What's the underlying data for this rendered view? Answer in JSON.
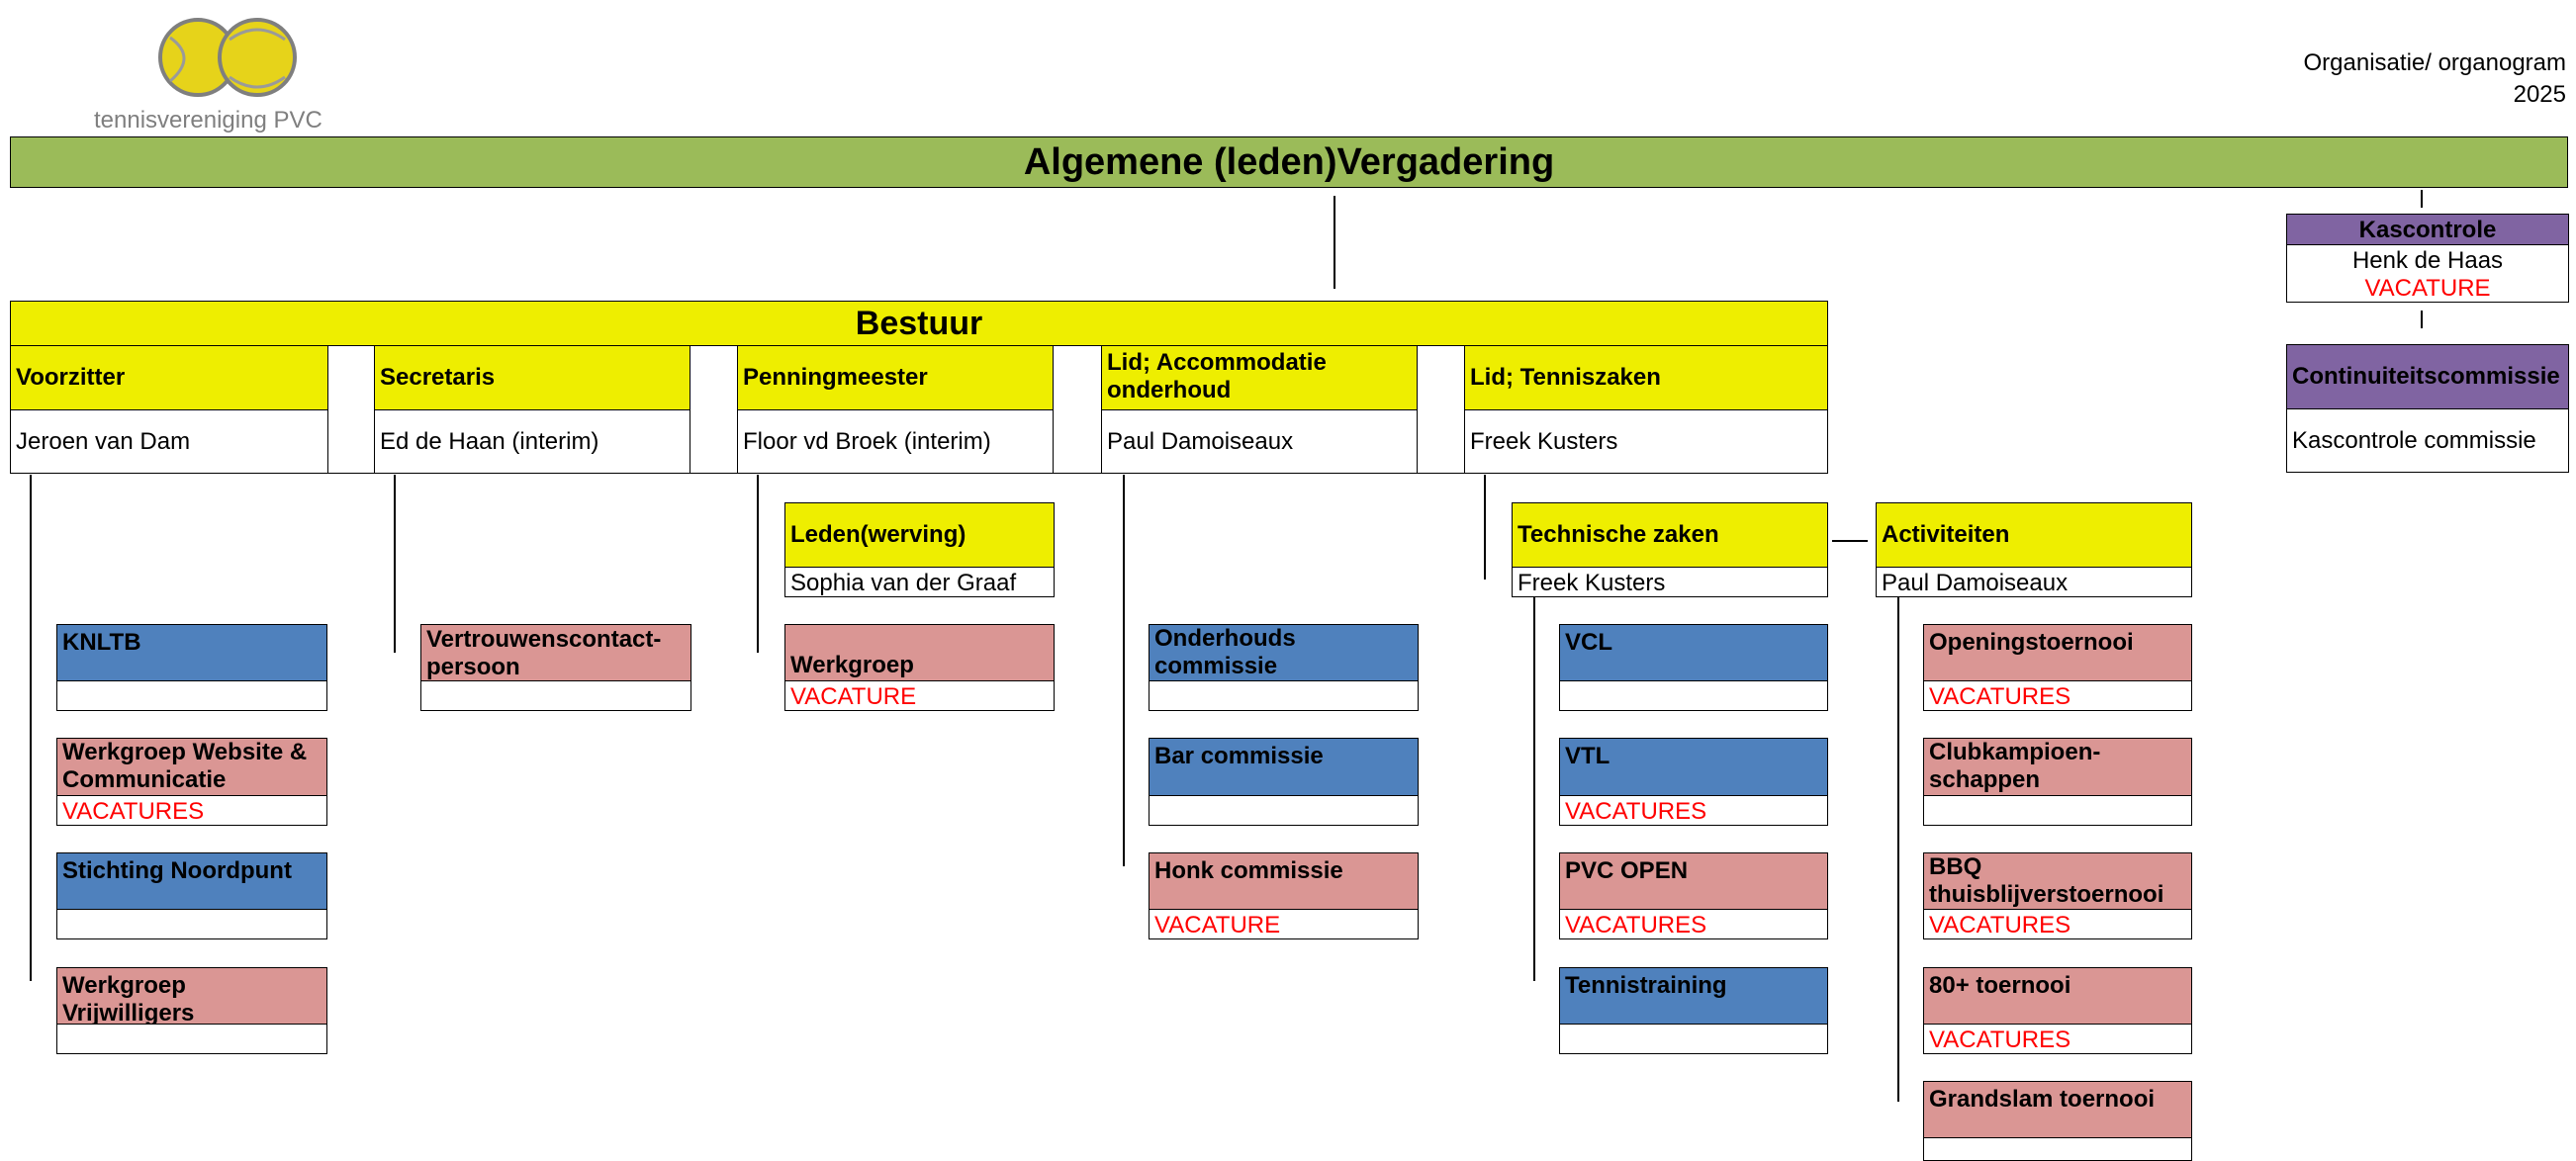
{
  "logo": {
    "text": "tennisvereniging PVC"
  },
  "header": {
    "line1": "Organisatie/ organogram",
    "line2": "2025"
  },
  "alv": {
    "title": "Algemene (leden)Vergadering"
  },
  "bestuur": {
    "title": "Bestuur",
    "roles": [
      {
        "title": "Voorzitter",
        "name": "Jeroen van Dam"
      },
      {
        "title": "Secretaris",
        "name": "Ed de Haan (interim)"
      },
      {
        "title": "Penningmeester",
        "name": "Floor vd Broek (interim)"
      },
      {
        "title": "Lid; Accommodatie onderhoud",
        "name": "Paul Damoiseaux"
      },
      {
        "title": "Lid; Tenniszaken",
        "name": "Freek Kusters"
      }
    ]
  },
  "kascontrole": {
    "title": "Kascontrole",
    "name": "Henk de Haas",
    "vacancy": "VACATURE"
  },
  "continuiteit": {
    "title": "Continuiteitscommissie",
    "body": "Kascontrole commissie"
  },
  "voorzitter_groups": [
    {
      "title": "KNLTB",
      "body": ""
    },
    {
      "title": "Werkgroep Website & Communicatie",
      "body": "VACATURES"
    },
    {
      "title": "Stichting Noordpunt",
      "body": ""
    },
    {
      "title": "Werkgroep Vrijwilligers",
      "body": ""
    }
  ],
  "secretaris_groups": [
    {
      "title": "Vertrouwenscontact-persoon",
      "body": ""
    }
  ],
  "penning_groups": {
    "leden": {
      "title": "Leden(werving)",
      "body": "Sophia van der Graaf"
    },
    "sponsoring": {
      "title": "Werkgroep sponsoring",
      "body": "VACATURE"
    }
  },
  "accommodatie_groups": [
    {
      "title": "Onderhouds commissie",
      "body": ""
    },
    {
      "title": "Bar commissie",
      "body": ""
    },
    {
      "title": "Honk commissie",
      "body": "VACATURE"
    }
  ],
  "technische": {
    "title": "Technische zaken",
    "name": "Freek Kusters"
  },
  "technische_groups": [
    {
      "title": "VCL",
      "body": ""
    },
    {
      "title": "VTL",
      "body": "VACATURES"
    },
    {
      "title": "PVC OPEN",
      "body": "VACATURES"
    },
    {
      "title": "Tennistraining",
      "body": ""
    }
  ],
  "activiteiten": {
    "title": "Activiteiten",
    "name": "Paul Damoiseaux"
  },
  "activiteiten_groups": [
    {
      "title": "Openingstoernooi",
      "body": "VACATURES"
    },
    {
      "title": "Clubkampioen-schappen",
      "body": ""
    },
    {
      "title": "BBQ thuisblijverstoernooi",
      "body": "VACATURES"
    },
    {
      "title": "80+ toernooi",
      "body": "VACATURES"
    },
    {
      "title": "Grandslam toernooi",
      "body": ""
    }
  ],
  "colors": {
    "green": "#9bbb59",
    "yellow": "#eeee00",
    "blue": "#4f81bd",
    "pink": "#da9694",
    "purple": "#8064a2",
    "vacancy": "#ff0000"
  }
}
